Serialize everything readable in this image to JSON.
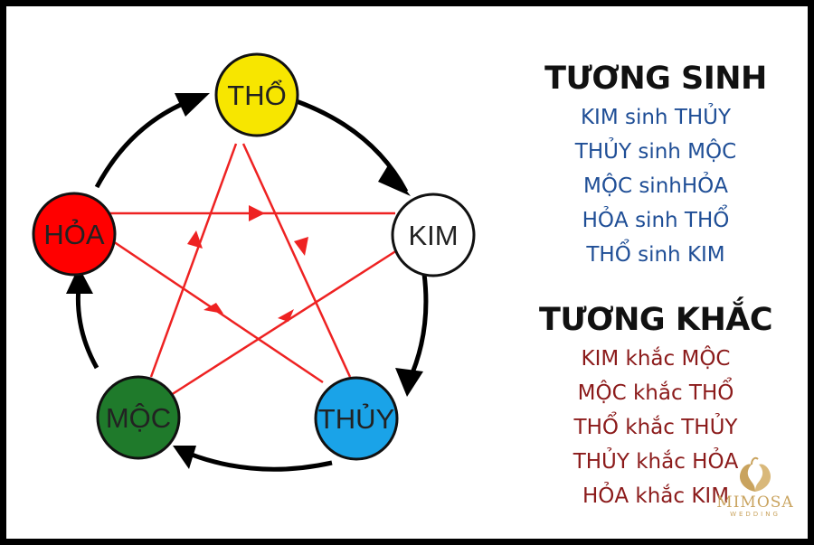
{
  "colors": {
    "cycle_arrow": "#000000",
    "star_arrow": "#ee2222",
    "generating_text": "#1f4e96",
    "overcoming_text": "#8b1a1a",
    "logo": "#c9a35e"
  },
  "nodes": {
    "tho": {
      "label": "THỔ",
      "fill": "#f7e600"
    },
    "kim": {
      "label": "KIM",
      "fill": "#ffffff"
    },
    "thuy": {
      "label": "THỦY",
      "fill": "#1aa3e8"
    },
    "moc": {
      "label": "MỘC",
      "fill": "#1f7a2b"
    },
    "hoa": {
      "label": "HỎA",
      "fill": "#ff0000"
    }
  },
  "generating": {
    "title": "TƯƠNG SINH",
    "lines": [
      "KIM sinh THỦY",
      "THỦY sinh MỘC",
      "MỘC sinhHỎA",
      "HỎA sinh THỔ",
      "THỔ sinh KIM"
    ]
  },
  "overcoming": {
    "title": "TƯƠNG KHẮC",
    "lines": [
      "KIM khắc MỘC",
      "MỘC khắc THỔ",
      "THỔ khắc THỦY",
      "THỦY khắc HỎA",
      "HỎA khắc KIM"
    ]
  },
  "logo": {
    "text": "MIMOSA",
    "subtext": "WEDDING"
  }
}
